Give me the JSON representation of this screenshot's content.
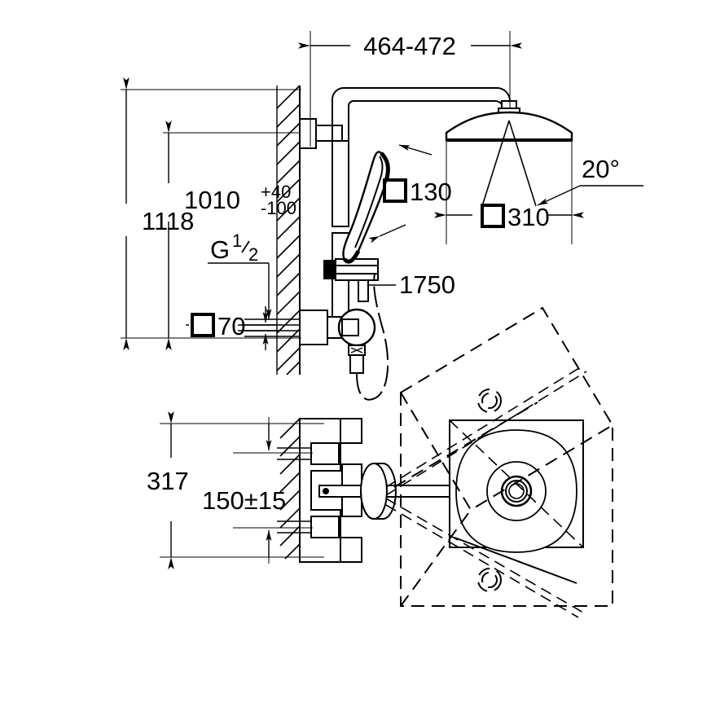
{
  "drawing": {
    "type": "technical-dimension-drawing",
    "subject": "Shower system with head shower, hand shower and thermostatic mixer",
    "colors": {
      "line": "#000000",
      "background": "#ffffff"
    },
    "views": [
      {
        "id": "elevation",
        "name": "side-elevation-view"
      },
      {
        "id": "mixer-detail",
        "name": "thermostatic-mixer-detail-view"
      }
    ]
  },
  "dimensions": {
    "overall_height": "1118",
    "mixer_to_head_arm": "1010",
    "tolerance_plus": "+40",
    "tolerance_minus": "-100",
    "arm_projection": "464-472",
    "hand_shower_size": "130",
    "head_shower_size": "310",
    "head_shower_tilt": "20°",
    "hose_length": "1750",
    "inlet_spacing": "70",
    "thread_label_letter": "G",
    "thread_numerator": "1",
    "thread_denominator": "2",
    "mixer_overall": "317",
    "mixer_inlet_center": "150±15"
  },
  "symbols": {
    "square_symbol": "square-box-dimension-prefix",
    "degree_symbol": "°",
    "plus_minus": "±"
  },
  "labels": {
    "arm_projection_label": "464-472",
    "height_total_label": "1118",
    "height_head_label": "1010",
    "tol_plus_label": "+40",
    "tol_minus_label": "-100",
    "thread_g_label": "G",
    "thread_frac_num": "1",
    "thread_frac_den": "2",
    "inlet_label": "70",
    "hand_shower_label": "130",
    "head_shower_label": "310",
    "angle_label": "20°",
    "hose_label": "1750",
    "mixer_height_label": "317",
    "mixer_center_label": "150±15"
  }
}
